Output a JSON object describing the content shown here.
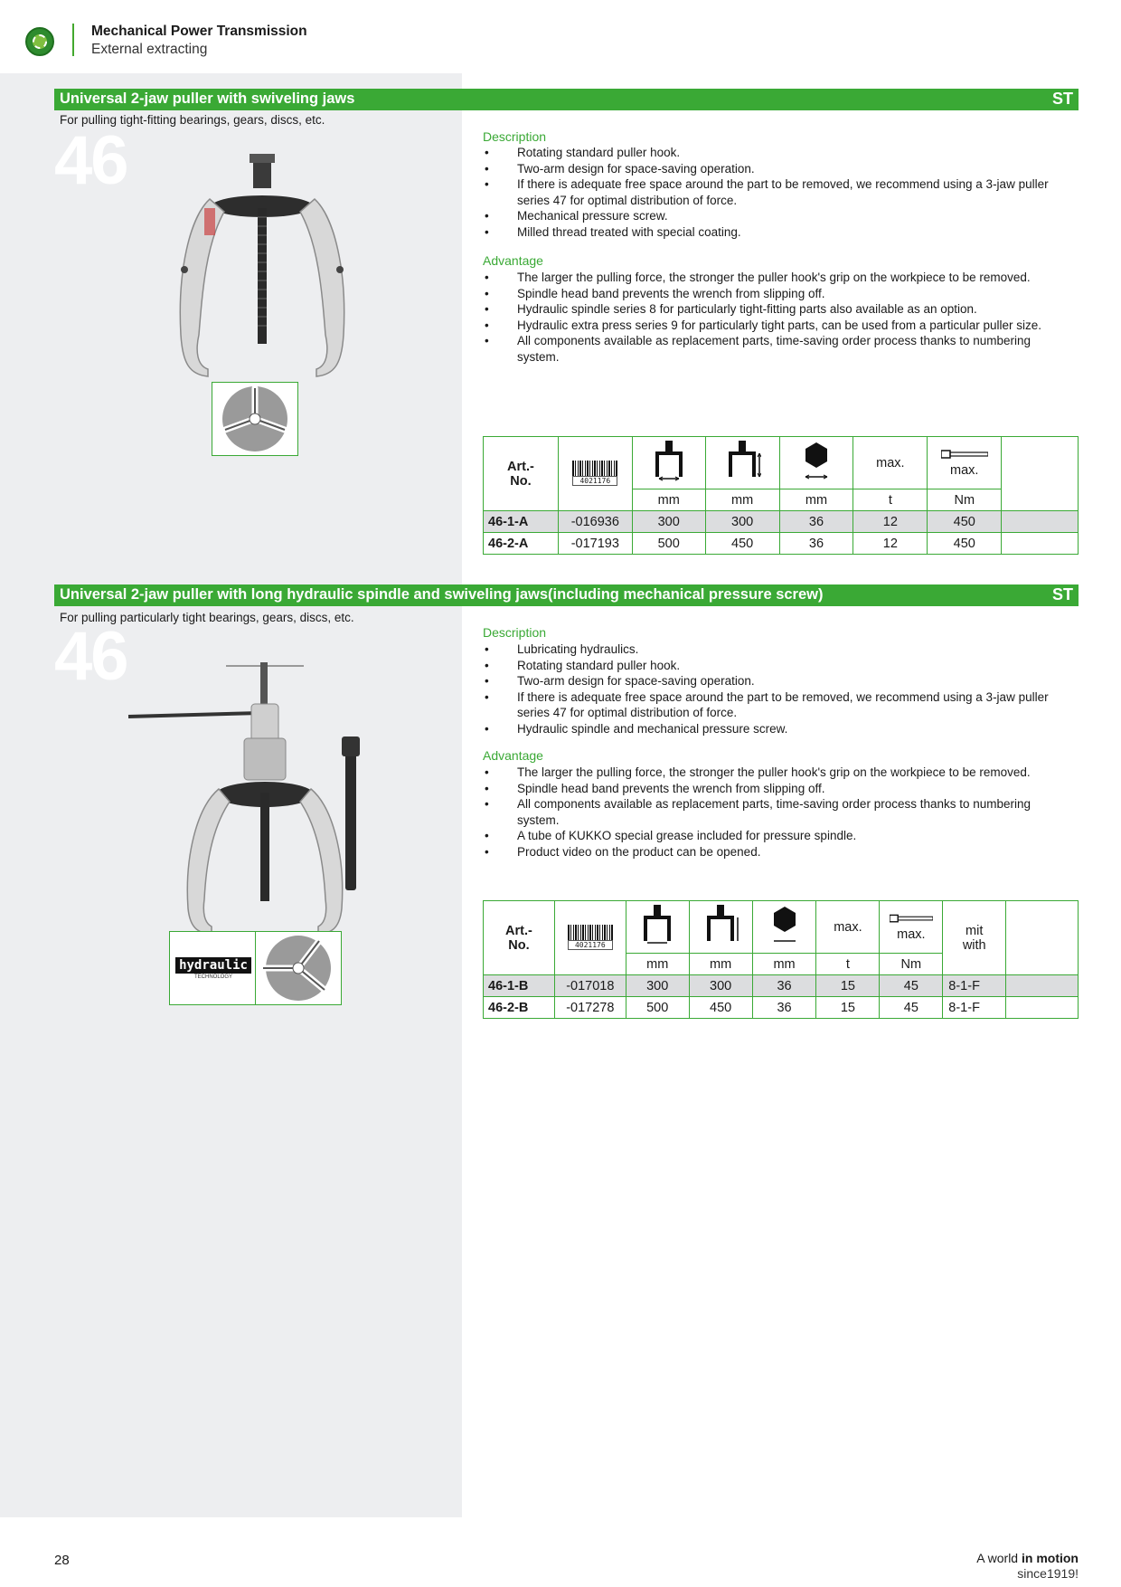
{
  "header": {
    "title": "Mechanical Power Transmission",
    "subtitle": "External extracting"
  },
  "section1": {
    "title": "Universal 2-jaw puller with swiveling jaws",
    "tag": "ST",
    "subtitle": "For pulling tight-fitting bearings, gears, discs, etc.",
    "number": "46",
    "description_label": "Description",
    "description": [
      "Rotating standard puller hook.",
      "Two-arm design for space-saving operation.",
      "If there is adequate free space around the part to be removed, we recommend using a 3-jaw puller series 47 for optimal distribution of force.",
      "Mechanical pressure screw.",
      "Milled thread treated with special coating."
    ],
    "advantage_label": "Advantage",
    "advantage": [
      "The larger the pulling force, the stronger the puller hook's grip on the workpiece to be removed.",
      "Spindle head band prevents the wrench from slipping off.",
      "Hydraulic spindle series 8 for particularly tight-fitting parts also available as an option.",
      "Hydraulic extra press series 9 for particularly tight parts, can be used from a particular puller size.",
      "All components available as replacement parts, time-saving order process thanks to numbering system."
    ],
    "table": {
      "art_label": "Art.-\nNo.",
      "barcode": "4021176",
      "max1": "max.",
      "max2": "max.",
      "units": [
        "mm",
        "mm",
        "mm",
        "t",
        "Nm"
      ],
      "rows": [
        {
          "art": "46-1-A",
          "code": "-016936",
          "v1": "300",
          "v2": "300",
          "v3": "36",
          "v4": "12",
          "v5": "450"
        },
        {
          "art": "46-2-A",
          "code": "-017193",
          "v1": "500",
          "v2": "450",
          "v3": "36",
          "v4": "12",
          "v5": "450"
        }
      ]
    }
  },
  "section2": {
    "title": "Universal 2-jaw puller with long hydraulic spindle and swiveling jaws(including mechanical pressure screw)",
    "tag": "ST",
    "subtitle": "For pulling particularly tight bearings, gears, discs, etc.",
    "number": "46",
    "hydraulic_badge": "hydraulic",
    "hydraulic_badge_sub": "TECHNOLOGY",
    "description_label": "Description",
    "description": [
      "Lubricating hydraulics.",
      "Rotating standard puller hook.",
      "Two-arm design for space-saving operation.",
      "If there is adequate free space around the part to be removed, we recommend using a 3-jaw puller series 47 for optimal distribution of force.",
      "Hydraulic spindle and mechanical pressure screw."
    ],
    "advantage_label": "Advantage",
    "advantage": [
      "The larger the pulling force, the stronger the puller hook's grip on the workpiece to be removed.",
      "Spindle head band prevents the wrench from slipping off.",
      "All components available as replacement parts, time-saving order process thanks to numbering system.",
      "A tube of KUKKO special grease included for pressure spindle.",
      "Product video on the product can be opened."
    ],
    "table": {
      "art_label": "Art.-\nNo.",
      "barcode": "4021176",
      "max1": "max.",
      "max2": "max.",
      "mit": "mit\nwith",
      "units": [
        "mm",
        "mm",
        "mm",
        "t",
        "Nm"
      ],
      "rows": [
        {
          "art": "46-1-B",
          "code": "-017018",
          "v1": "300",
          "v2": "300",
          "v3": "36",
          "v4": "15",
          "v5": "45",
          "v6": "8-1-F"
        },
        {
          "art": "46-2-B",
          "code": "-017278",
          "v1": "500",
          "v2": "450",
          "v3": "36",
          "v4": "15",
          "v5": "45",
          "v6": "8-1-F"
        }
      ]
    }
  },
  "footer": {
    "page_number": "28",
    "slogan_prefix": "A world ",
    "slogan_bold": "in motion",
    "since": "since1919!"
  },
  "colors": {
    "accent": "#3aa935",
    "panel": "#edeef0",
    "row_shade": "#dcdddf"
  }
}
